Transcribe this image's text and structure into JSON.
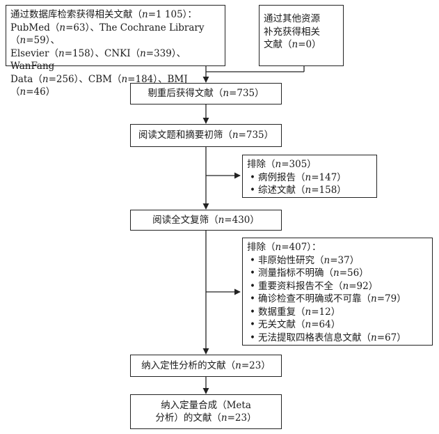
{
  "boxes": {
    "database_search": {
      "lines": [
        "通过数据库检索获得相关文献（n=1 105）：",
        "PubMed（n=63）、The Cochrane Library（n=59）、",
        "Elsevier（n=158）、CNKI（n=339）、WanFang",
        "Data（n=256）、CBM（n=184）、BMJ（n=46）"
      ]
    },
    "other_sources": {
      "lines": [
        "通过其他资源",
        "补充获得相关",
        "文献（n=0）"
      ]
    },
    "deduplicated": {
      "text": "剔重后获得文献（n=735）"
    },
    "title_abstract_screen": {
      "text": "阅读文题和摘要初筛（n=735）"
    },
    "exclusion_1": {
      "title": "排除（n=305）",
      "items": [
        "病例报告（n=147）",
        "综述文献（n=158）"
      ]
    },
    "fulltext_screen": {
      "text": "阅读全文复筛（n=430）"
    },
    "exclusion_2": {
      "title": "排除（n=407）：",
      "items": [
        "非原始性研究（n=37）",
        "测量指标不明确（n=56）",
        "重要资料报告不全（n=92）",
        "确诊检查不明确或不可靠（n=79）",
        "数据重复（n=12）",
        "无关文献（n=64）",
        "无法提取四格表信息文献（n=67）"
      ]
    },
    "qualitative": {
      "text": "纳入定性分析的文献（n=23）"
    },
    "quantitative": {
      "lines": [
        "纳入定量合成（Meta",
        "分析）的文献（n=23）"
      ]
    }
  }
}
